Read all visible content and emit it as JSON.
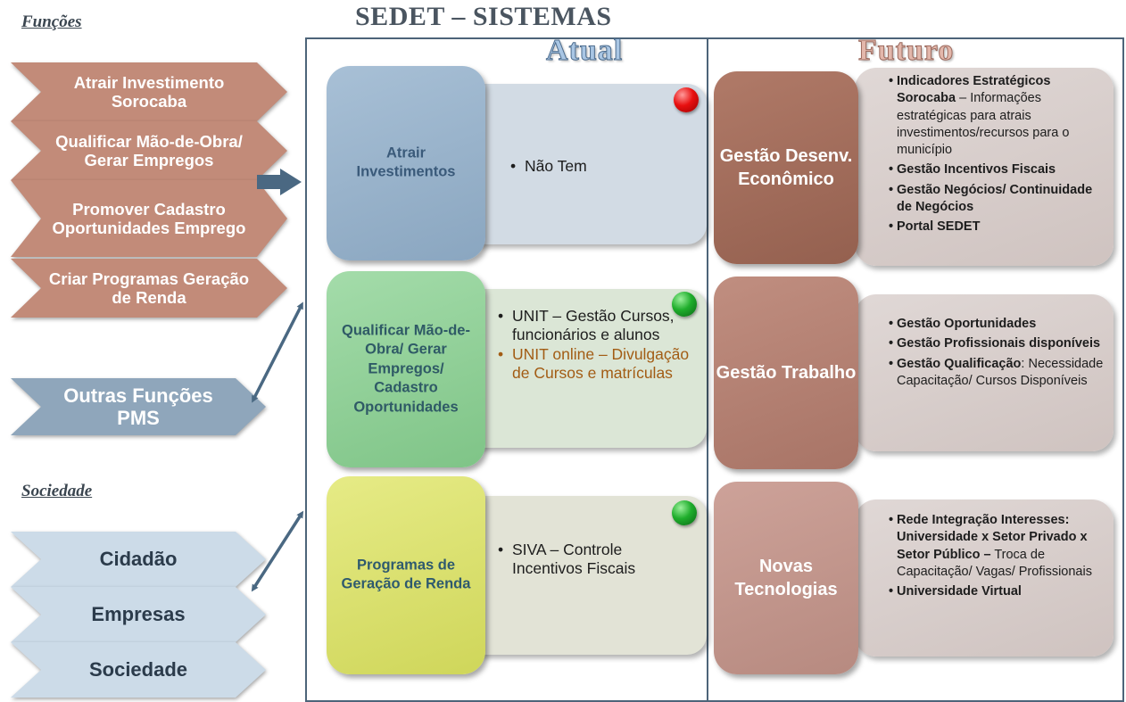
{
  "title": "SEDET – SISTEMAS",
  "sections": {
    "funcoes": "Funções",
    "sociedade": "Sociedade"
  },
  "columns": {
    "atual": "Atual",
    "futuro": "Futuro"
  },
  "funcoes_items": [
    "Atrair Investimento Sorocaba",
    "Qualificar Mão-de-Obra/ Gerar Empregos",
    "Promover Cadastro Oportunidades Emprego",
    "Criar Programas Geração de Renda"
  ],
  "outras_funcoes": "Outras Funções PMS",
  "sociedade_items": [
    "Cidadão",
    "Empresas",
    "Sociedade"
  ],
  "atual_rows": [
    {
      "label": "Atrair Investimentos",
      "status": "red",
      "items": [
        {
          "text": "Não Tem",
          "highlight": false
        }
      ]
    },
    {
      "label": "Qualificar Mão-de-Obra/ Gerar Empregos/ Cadastro Oportunidades",
      "status": "green",
      "items": [
        {
          "text": "UNIT – Gestão Cursos, funcionários e alunos",
          "highlight": false
        },
        {
          "text": "UNIT online – Divulgação de Cursos e matrículas",
          "highlight": true
        }
      ]
    },
    {
      "label": "Programas de Geração de Renda",
      "status": "green",
      "items": [
        {
          "text": "SIVA – Controle Incentivos Fiscais",
          "highlight": false
        }
      ]
    }
  ],
  "futuro_rows": [
    {
      "label": "Gestão Desenv. Econômico",
      "color": "#a5705f",
      "items": [
        {
          "bold": "Indicadores Estratégicos Sorocaba",
          "rest": " – Informações estratégicas para atrais investimentos/recursos para o município"
        },
        {
          "bold": "Gestão Incentivos Fiscais",
          "rest": ""
        },
        {
          "bold": "Gestão Negócios/ Continuidade de Negócios",
          "rest": ""
        },
        {
          "bold": "Portal SEDET",
          "rest": ""
        }
      ]
    },
    {
      "label": "Gestão Trabalho",
      "color": "#b78578",
      "items": [
        {
          "bold": "Gestão Oportunidades",
          "rest": ""
        },
        {
          "bold": "Gestão Profissionais disponíveis",
          "rest": ""
        },
        {
          "bold": "Gestão Qualificação",
          "rest": ": Necessidade Capacitação/ Cursos Disponíveis"
        }
      ]
    },
    {
      "label": "Novas Tecnologias",
      "color": "#c49a90",
      "items": [
        {
          "bold": "Rede Integração Interesses: Universidade x Setor Privado x Setor Público –",
          "rest": " Troca de Capacitação/ Vagas/ Profissionais"
        },
        {
          "bold": "Universidade Virtual",
          "rest": ""
        }
      ]
    }
  ],
  "colors": {
    "brown_chevron": "#c28b79",
    "blue_chevron": "#8fa6bb",
    "light_chevron": "#ccdbe8",
    "panel_border": "#4d6479",
    "arrow": "#4a6882"
  }
}
